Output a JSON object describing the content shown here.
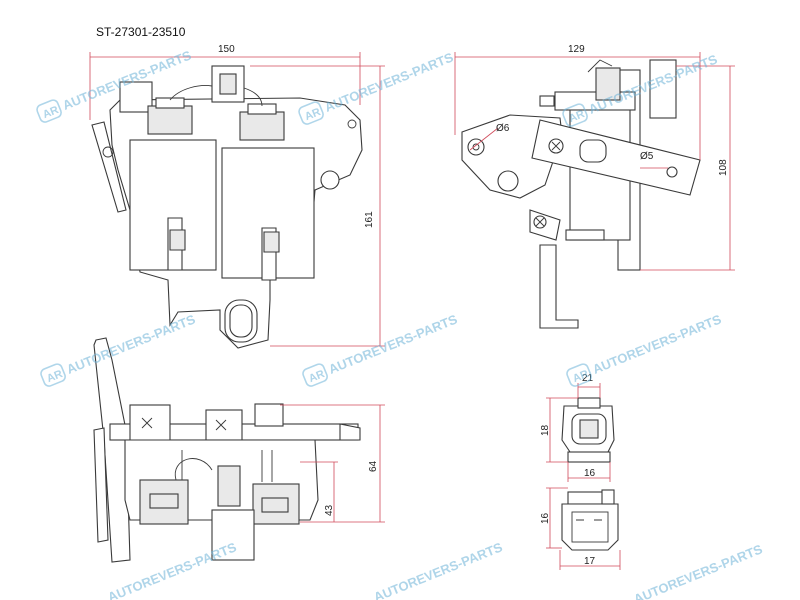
{
  "part_number": "ST-27301-23510",
  "dimensions": {
    "front_width": "150",
    "front_height": "161",
    "side_width": "129",
    "side_height": "108",
    "side_hole_left": "Ø6",
    "side_hole_right": "Ø5",
    "bottom_height": "64",
    "bottom_inner_height": "43",
    "connector_top_width": "21",
    "connector_top_height": "18",
    "connector_top_base": "16",
    "connector_bottom_height": "16",
    "connector_bottom_width": "17"
  },
  "watermark": {
    "text": "AUTOREVERS-PARTS",
    "logo_letters": "AR"
  },
  "colors": {
    "dimension_line": "#d04a5a",
    "watermark": "#6fb4d8",
    "outline": "#3a3a3a"
  }
}
